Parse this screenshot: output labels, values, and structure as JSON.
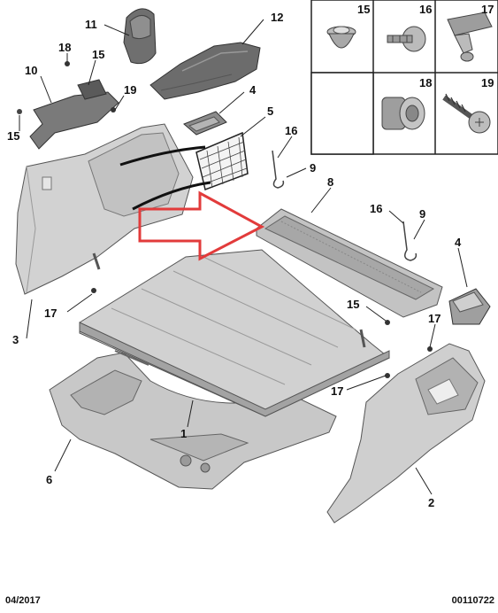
{
  "callouts": {
    "c1": "1",
    "c2": "2",
    "c3": "3",
    "c4a": "4",
    "c4b": "4",
    "c5": "5",
    "c6": "6",
    "c8": "8",
    "c9a": "9",
    "c9b": "9",
    "c10": "10",
    "c11": "11",
    "c12": "12",
    "c15a": "15",
    "c15b": "15",
    "c15c": "15",
    "c16a": "16",
    "c16b": "16",
    "c17a": "17",
    "c17b": "17",
    "c17c": "17",
    "c18": "18",
    "c19": "19"
  },
  "fastener_grid": {
    "cells": [
      "15",
      "16",
      "17",
      "18",
      "19"
    ]
  },
  "footer": {
    "date": "04/2017",
    "ref": "00110722"
  },
  "colors": {
    "part_fill": "#c9c9c9",
    "part_dark": "#7d7d7d",
    "arrow": "#e23b3b"
  }
}
